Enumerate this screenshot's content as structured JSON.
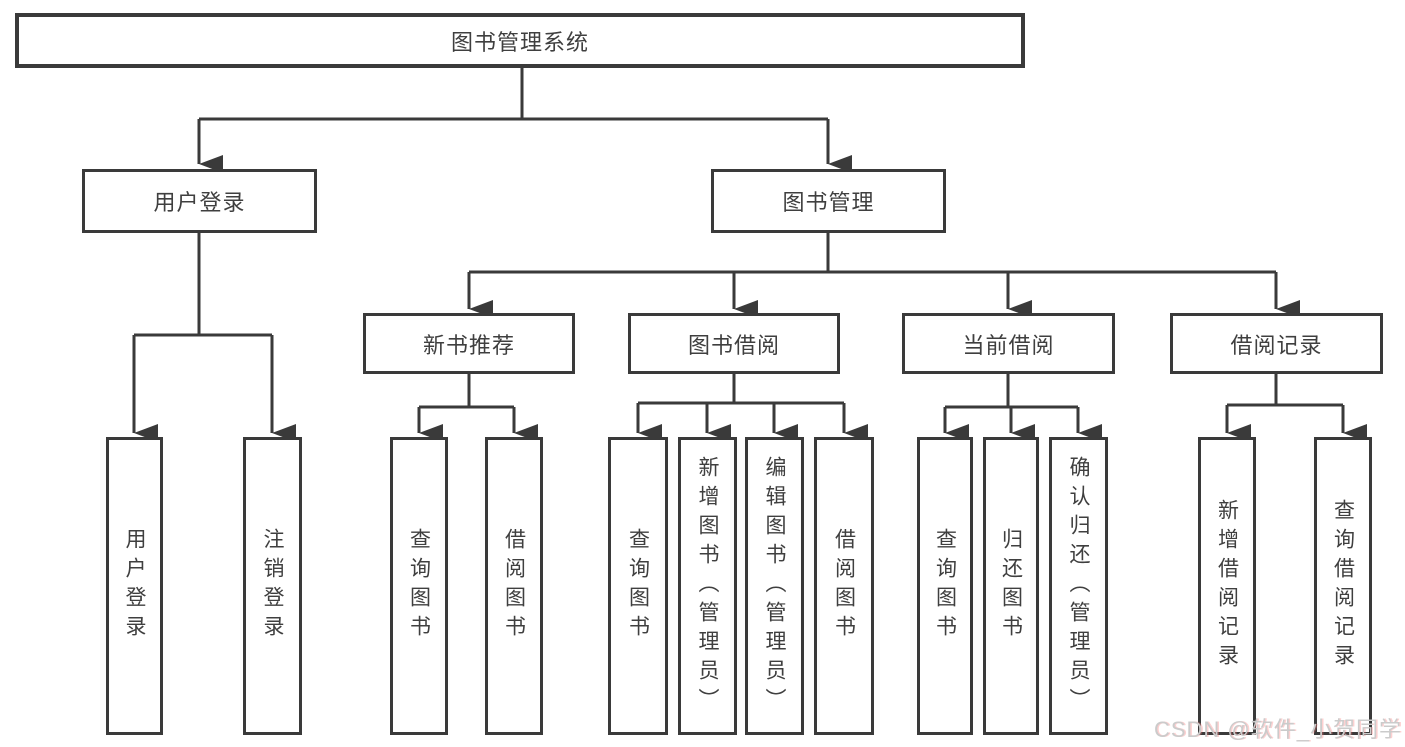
{
  "diagram": {
    "title": "图书管理系统",
    "level2": {
      "user_login": "用户登录",
      "book_management": "图书管理"
    },
    "level3": {
      "new_book_recommend": "新书推荐",
      "book_borrowing": "图书借阅",
      "current_borrowing": "当前借阅",
      "borrowing_records": "借阅记录"
    },
    "leaves": {
      "user_login": "用户登录",
      "logout": "注销登录",
      "recommend_query_book": "查询图书",
      "recommend_borrow_book": "借阅图书",
      "borrowing_query_book": "查询图书",
      "borrowing_add_book": "新增图书（管理员）",
      "borrowing_edit_book": "编辑图书（管理员）",
      "borrowing_borrow_book": "借阅图书",
      "current_query_book": "查询图书",
      "current_return_book": "归还图书",
      "current_confirm_return": "确认归还（管理员）",
      "records_add_record": "新增借阅记录",
      "records_query_record": "查询借阅记录"
    }
  },
  "watermark": "CSDN @软件_小贺同学",
  "colors": {
    "line": "#3a3a3a",
    "text": "#3f3f3f",
    "watermark": "#cbcbcb",
    "background": "#ffffff"
  }
}
